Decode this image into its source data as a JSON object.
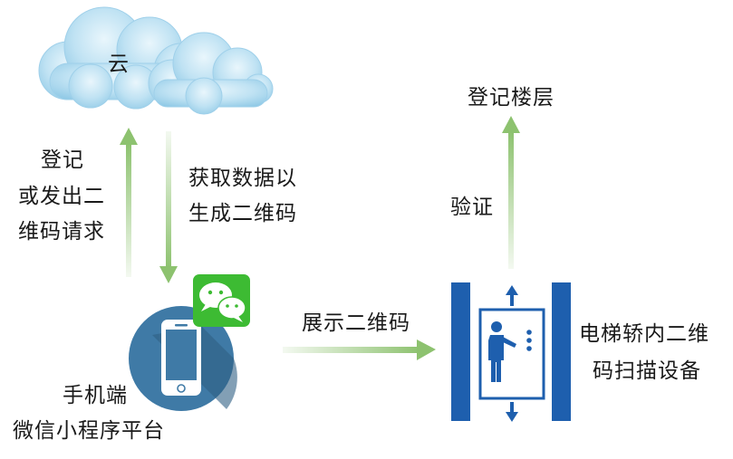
{
  "cloud": {
    "label": "云"
  },
  "phone": {
    "label_line1": "手机端",
    "label_line2": "微信小程序平台"
  },
  "elevator": {
    "label_line1": "电梯轿内二维",
    "label_line2": "码扫描设备"
  },
  "steps": {
    "up_left_line1": "登记",
    "up_left_line2": "或发出二",
    "up_left_line3": "维码请求",
    "down_line1": "获取数据以",
    "down_line2": "生成二维码",
    "show_qr": "展示二维码",
    "verify": "验证",
    "register_floor": "登记楼层"
  },
  "colors": {
    "arrow_green": "#8dc26f",
    "cloud_blue": "#a9d6ec",
    "phone_circle": "#3f7aa6",
    "elevator_blue": "#1e5fae",
    "wechat_green": "#3dbb33"
  },
  "icons": {
    "cloud": "cloud-icon",
    "phone": "smartphone-icon",
    "wechat": "wechat-icon",
    "elevator": "elevator-icon"
  }
}
